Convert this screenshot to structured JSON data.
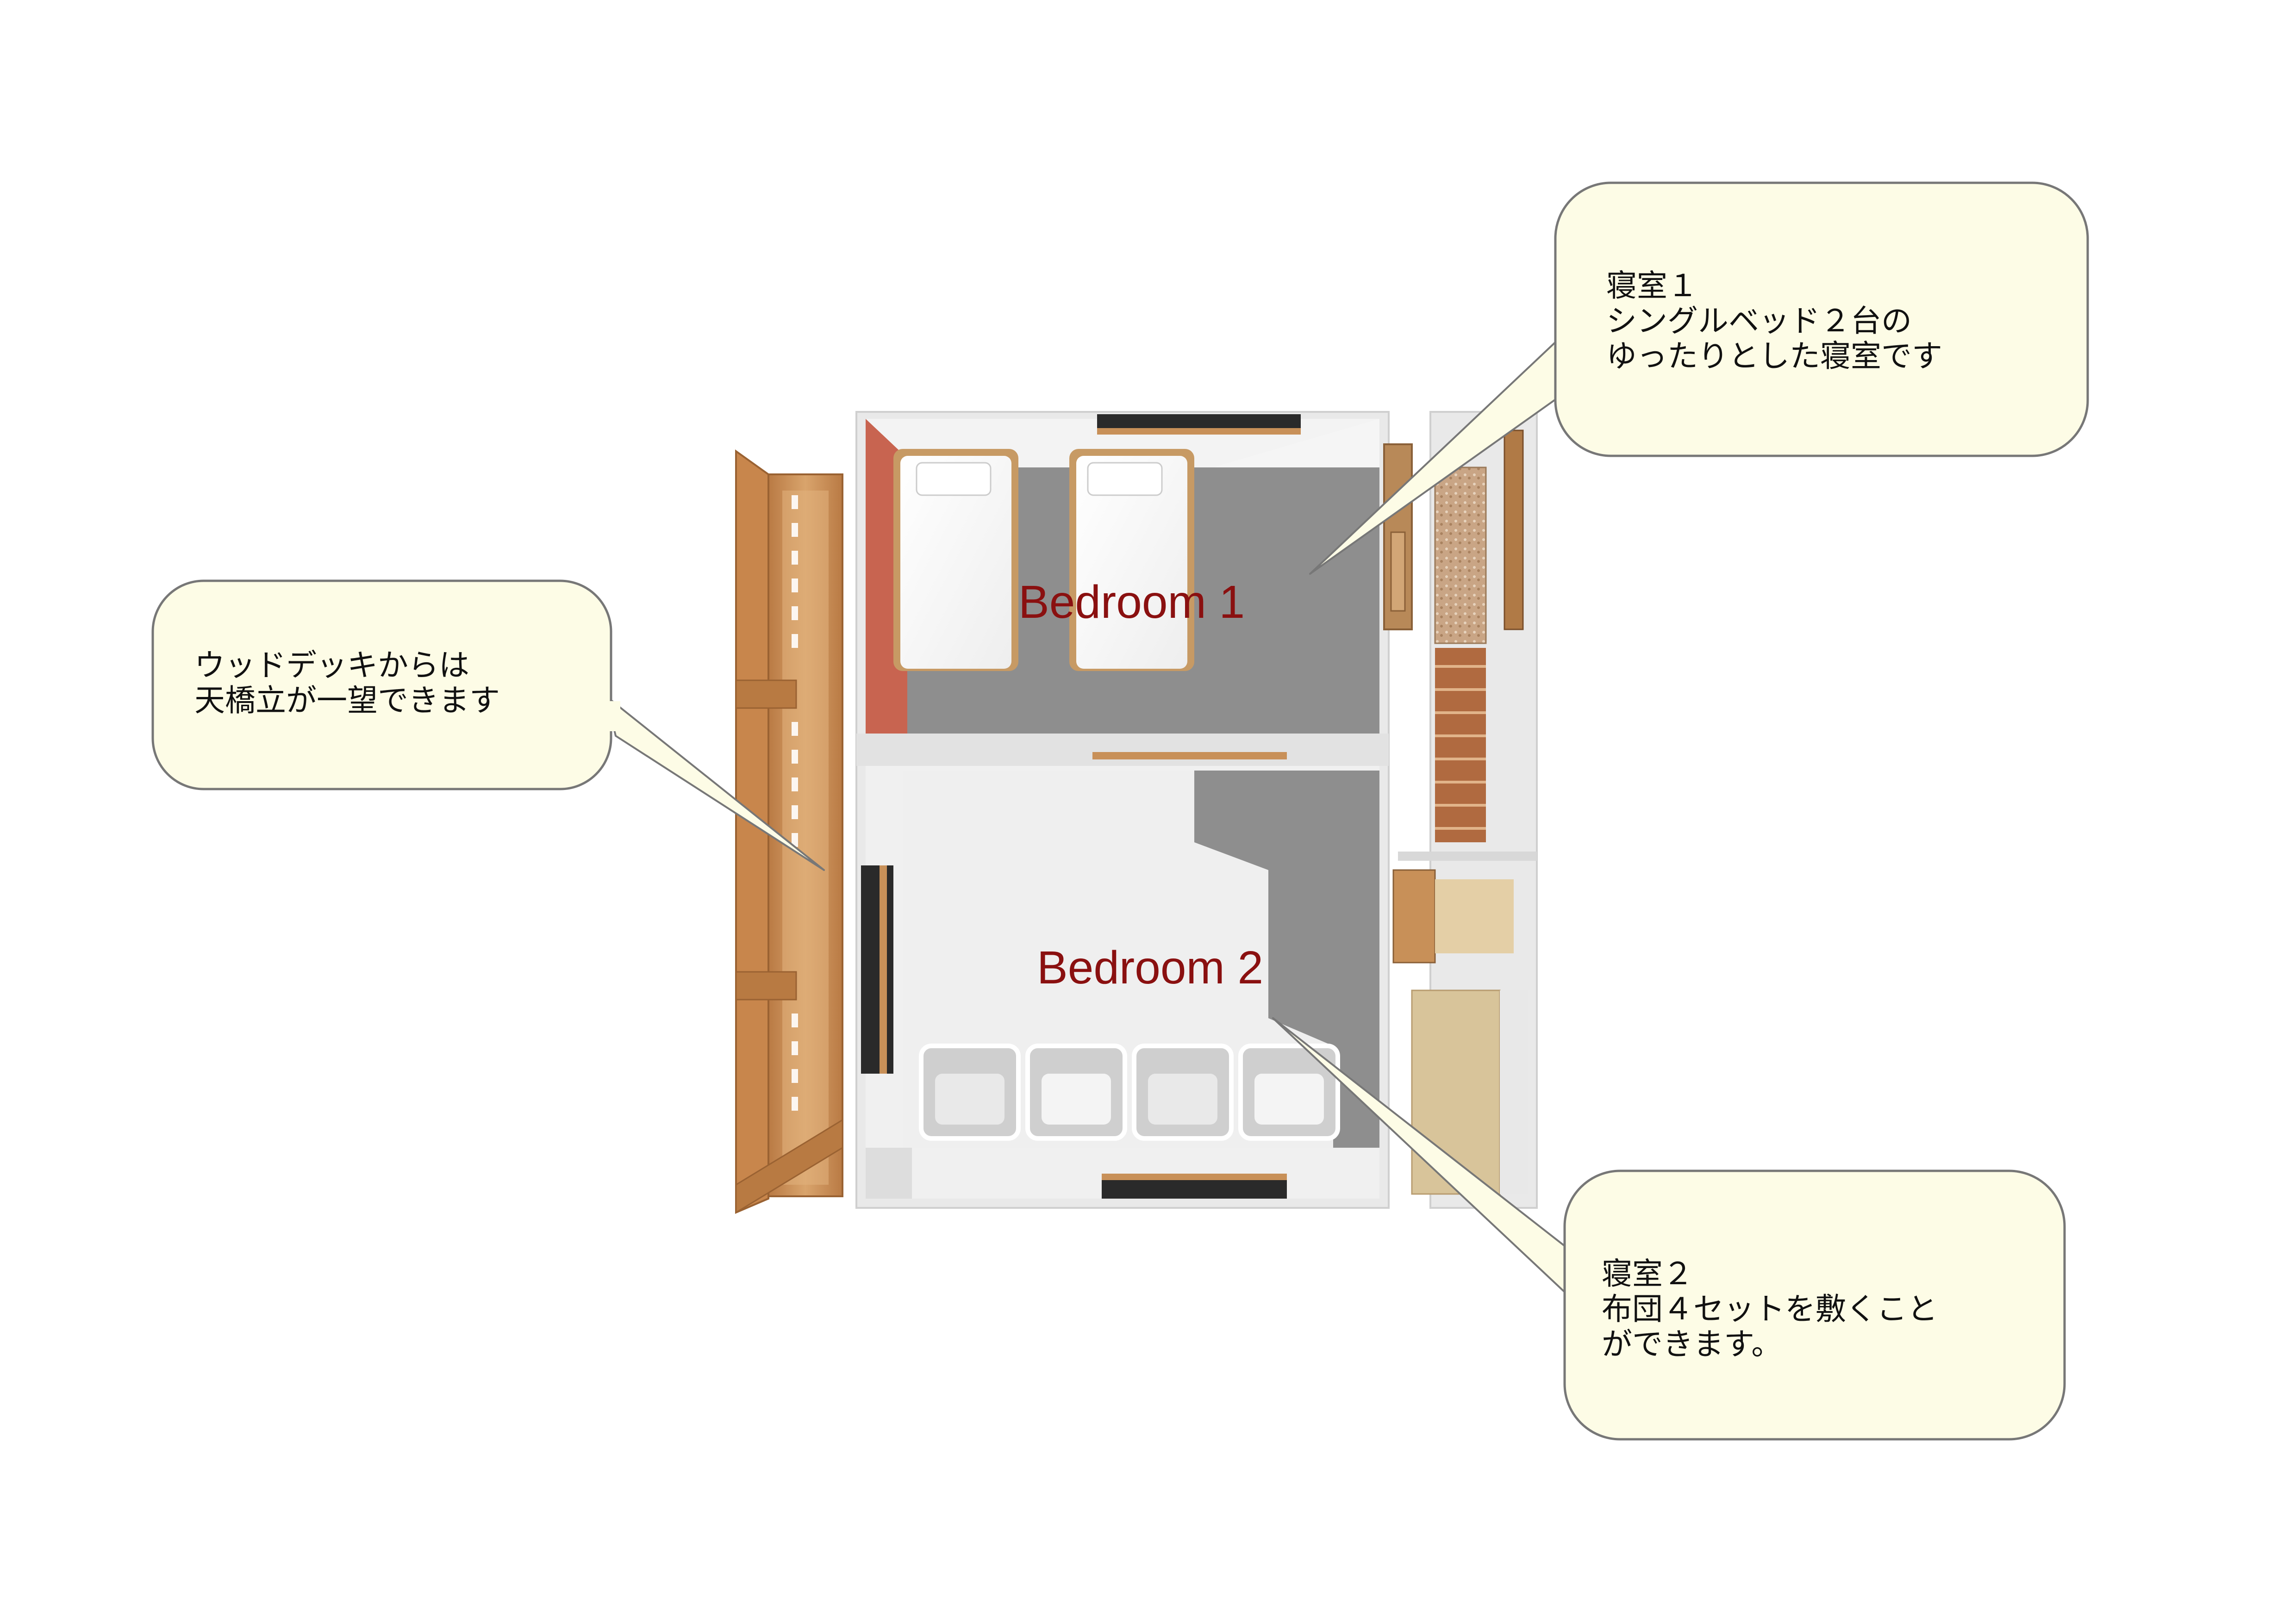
{
  "rooms": {
    "bedroom1": {
      "label": "Bedroom 1"
    },
    "bedroom2": {
      "label": "Bedroom 2"
    }
  },
  "callouts": {
    "bedroom1": {
      "lines": [
        "寝室１",
        "シングルベッド２台の",
        "ゆったりとした寝室です"
      ]
    },
    "deck": {
      "lines": [
        "ウッドデッキからは",
        "天橋立が一望できます"
      ]
    },
    "bedroom2": {
      "lines": [
        "寝室２",
        "布団４セットを敷くこと",
        "ができます。"
      ]
    }
  },
  "colors": {
    "wall": "#e9e9e9",
    "floor_gray": "#8e8e8e",
    "floor_light": "#efefef",
    "accent_wall": "#c86450",
    "wood": "#c88a50",
    "wood_dark": "#a86a3a",
    "stair": "#b06a40",
    "callout_fill": "#fdfce6",
    "callout_stroke": "#777777",
    "label_red": "#8a1010"
  }
}
